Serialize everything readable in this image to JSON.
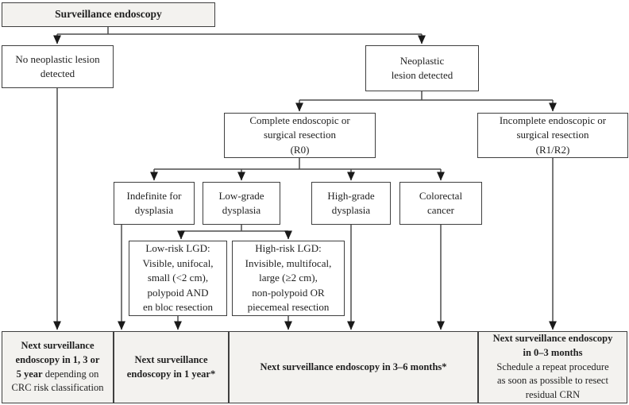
{
  "palette": {
    "page_bg": "#ffffff",
    "box_border": "#3f3f3f",
    "line": "#4d4d4d",
    "arrow": "#1a1a1a",
    "shaded_fill": "#f3f2ef",
    "white_fill": "#ffffff",
    "text": "#1f1f1f"
  },
  "flowchart": {
    "nodes": {
      "surveillance": "Surveillance endoscopy",
      "no_neoplastic": "No neoplastic lesion\ndetected",
      "neoplastic": "Neoplastic\nlesion detected",
      "complete_resection": "Complete endoscopic or\nsurgical resection\n(R0)",
      "incomplete_resection": "Incomplete endoscopic or\nsurgical resection\n(R1/R2)",
      "indefinite_dysplasia": "Indefinite for\ndysplasia",
      "low_grade_dysplasia": "Low-grade\ndysplasia",
      "high_grade_dysplasia": "High-grade\ndysplasia",
      "colorectal_cancer": "Colorectal\ncancer",
      "low_risk_lgd": "Low-risk LGD:\nVisible, unifocal,\nsmall (<2 cm),\npolypoid AND\nen bloc resection",
      "high_risk_lgd": "High-risk LGD:\nInvisible, multifocal,\nlarge (≥2 cm),\nnon-polypoid OR\npiecemeal resection"
    },
    "outcomes": {
      "crc_risk": {
        "bold": "Next surveillance\nendoscopy in 1, 3 or\n5 year",
        "regular": " depending on\nCRC risk classification"
      },
      "one_year": {
        "bold": "Next surveillance\nendoscopy in 1 year*"
      },
      "three_six_months": {
        "bold": "Next surveillance endoscopy in 3–6 months*"
      },
      "zero_three_months": {
        "bold": "Next surveillance endoscopy\nin 0–3 months",
        "regular": "\nSchedule a repeat procedure\nas soon as possible to resect\nresidual CRN"
      }
    }
  }
}
